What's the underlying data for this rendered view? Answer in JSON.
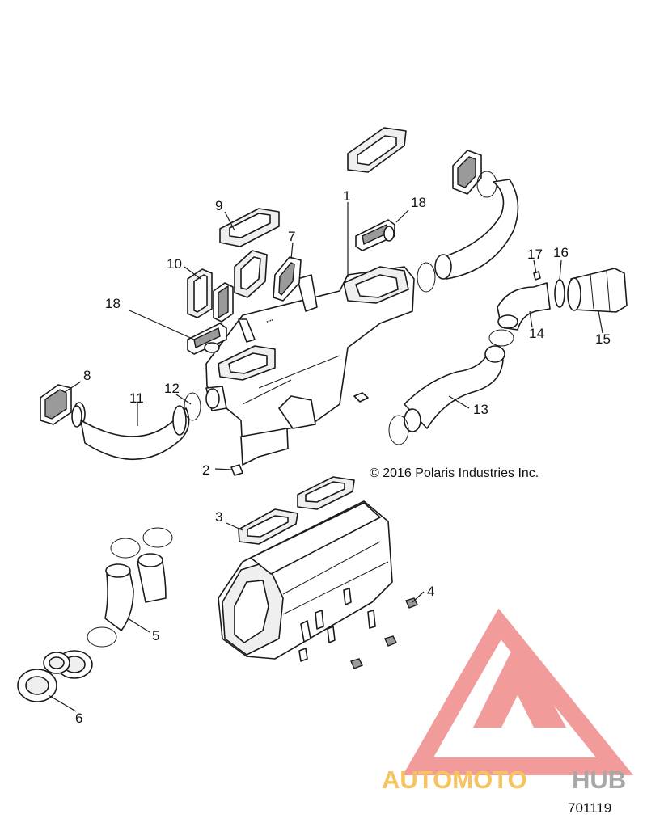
{
  "copyright": "© 2016 Polaris Industries Inc.",
  "diagram_id": "701119",
  "watermark": {
    "brand_text": "AUTOMOTOHUB",
    "colors": {
      "triangle": "#f08a8a",
      "auto_moto": "#f5b942",
      "hub": "#9a9a9a"
    }
  },
  "callouts": [
    "1",
    "2",
    "3",
    "4",
    "5",
    "6",
    "7",
    "8",
    "9",
    "10",
    "11",
    "12",
    "13",
    "14",
    "15",
    "16",
    "17",
    "18",
    "18"
  ]
}
